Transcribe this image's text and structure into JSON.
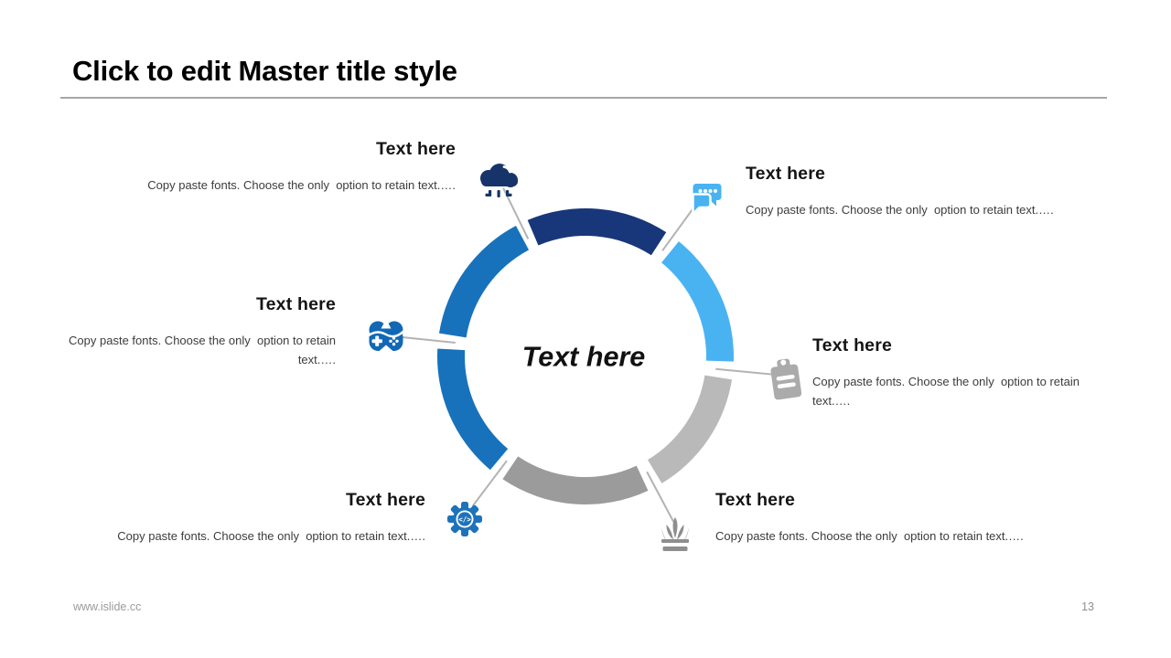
{
  "slide": {
    "title": "Click to edit Master title style",
    "footer_url": "www.islide.cc",
    "page_number": "13"
  },
  "diagram": {
    "type": "segmented-ring",
    "center_label": "Text here",
    "ring": {
      "tick_color": "#b3b3b3",
      "tick_angles_deg": [
        116,
        54,
        -5.5,
        -62,
        -127,
        174
      ],
      "segments": [
        {
          "name": "top",
          "color": "#17377a",
          "start_deg": 57,
          "end_deg": 113
        },
        {
          "name": "top-right",
          "color": "#49b3f2",
          "start_deg": -2,
          "end_deg": 51
        },
        {
          "name": "right",
          "color": "#b9b9b9",
          "start_deg": -59,
          "end_deg": -9
        },
        {
          "name": "bottom",
          "color": "#9b9b9b",
          "start_deg": -124,
          "end_deg": -65
        },
        {
          "name": "bottom-left",
          "color": "#1772bb",
          "start_deg": 177,
          "end_deg": 230
        },
        {
          "name": "left",
          "color": "#1772bb",
          "start_deg": 118,
          "end_deg": 171
        }
      ]
    },
    "items": [
      {
        "icon": "cloud-icon",
        "icon_color": "#163469",
        "title": "Text here",
        "body": "Copy paste fonts. Choose the only  option to retain text.…."
      },
      {
        "icon": "chat-icon",
        "icon_color": "#49b3f2",
        "title": "Text here",
        "body": "Copy paste fonts. Choose the only  option to retain text.…."
      },
      {
        "icon": "clipboard-icon",
        "icon_color": "#ababab",
        "title": "Text here",
        "body": "Copy paste fonts. Choose the only  option to retain text.…."
      },
      {
        "icon": "crown-icon",
        "icon_color": "#8e8e8e",
        "title": "Text here",
        "body": "Copy paste fonts. Choose the only  option to retain text.…."
      },
      {
        "icon": "gear-icon",
        "icon_color": "#1d73bb",
        "title": "Text here",
        "body": "Copy paste fonts. Choose the only  option to retain text.…."
      },
      {
        "icon": "gamepad-icon",
        "icon_color": "#1268b4",
        "title": "Text here",
        "body": "Copy paste fonts. Choose the only  option to retain text.…."
      }
    ]
  }
}
